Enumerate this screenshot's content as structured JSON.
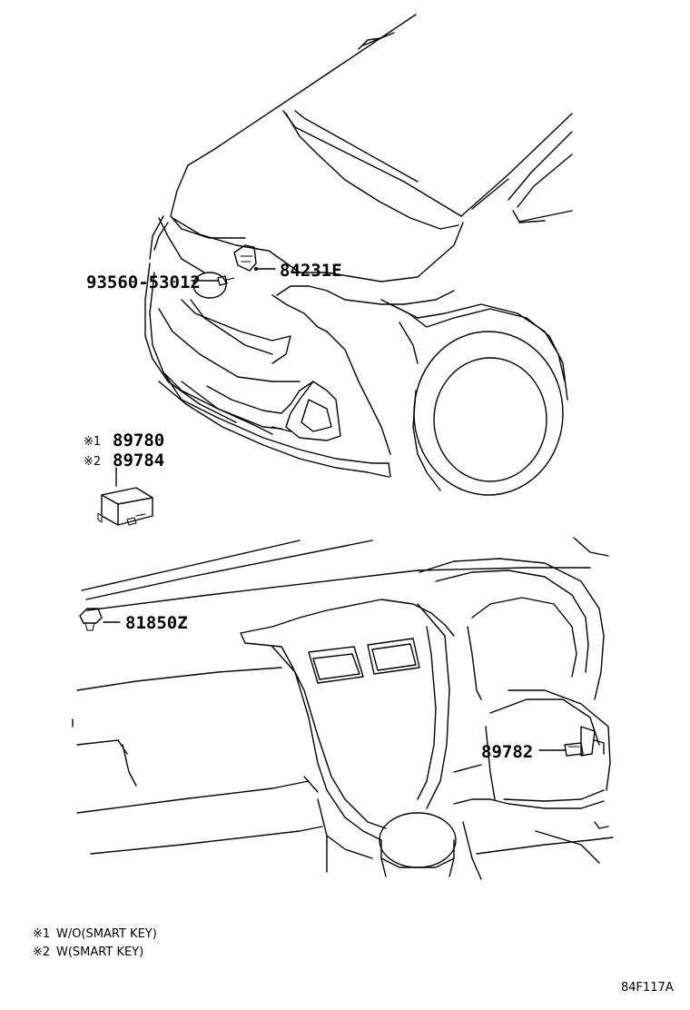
{
  "callouts": [
    {
      "id": "bolt",
      "text": "93560-53012"
    },
    {
      "id": "hood-sensor",
      "text": "84231E"
    },
    {
      "id": "ecu-1",
      "text": "89780",
      "marker": "※1"
    },
    {
      "id": "ecu-2",
      "text": "89784",
      "marker": "※2"
    },
    {
      "id": "clip",
      "text": "81850Z"
    },
    {
      "id": "dash-sensor",
      "text": "89782"
    }
  ],
  "legend": [
    {
      "marker": "※1",
      "text": "W/O(SMART KEY)"
    },
    {
      "marker": "※2",
      "text": "W(SMART KEY)"
    }
  ],
  "diagram_code": "84F117A"
}
